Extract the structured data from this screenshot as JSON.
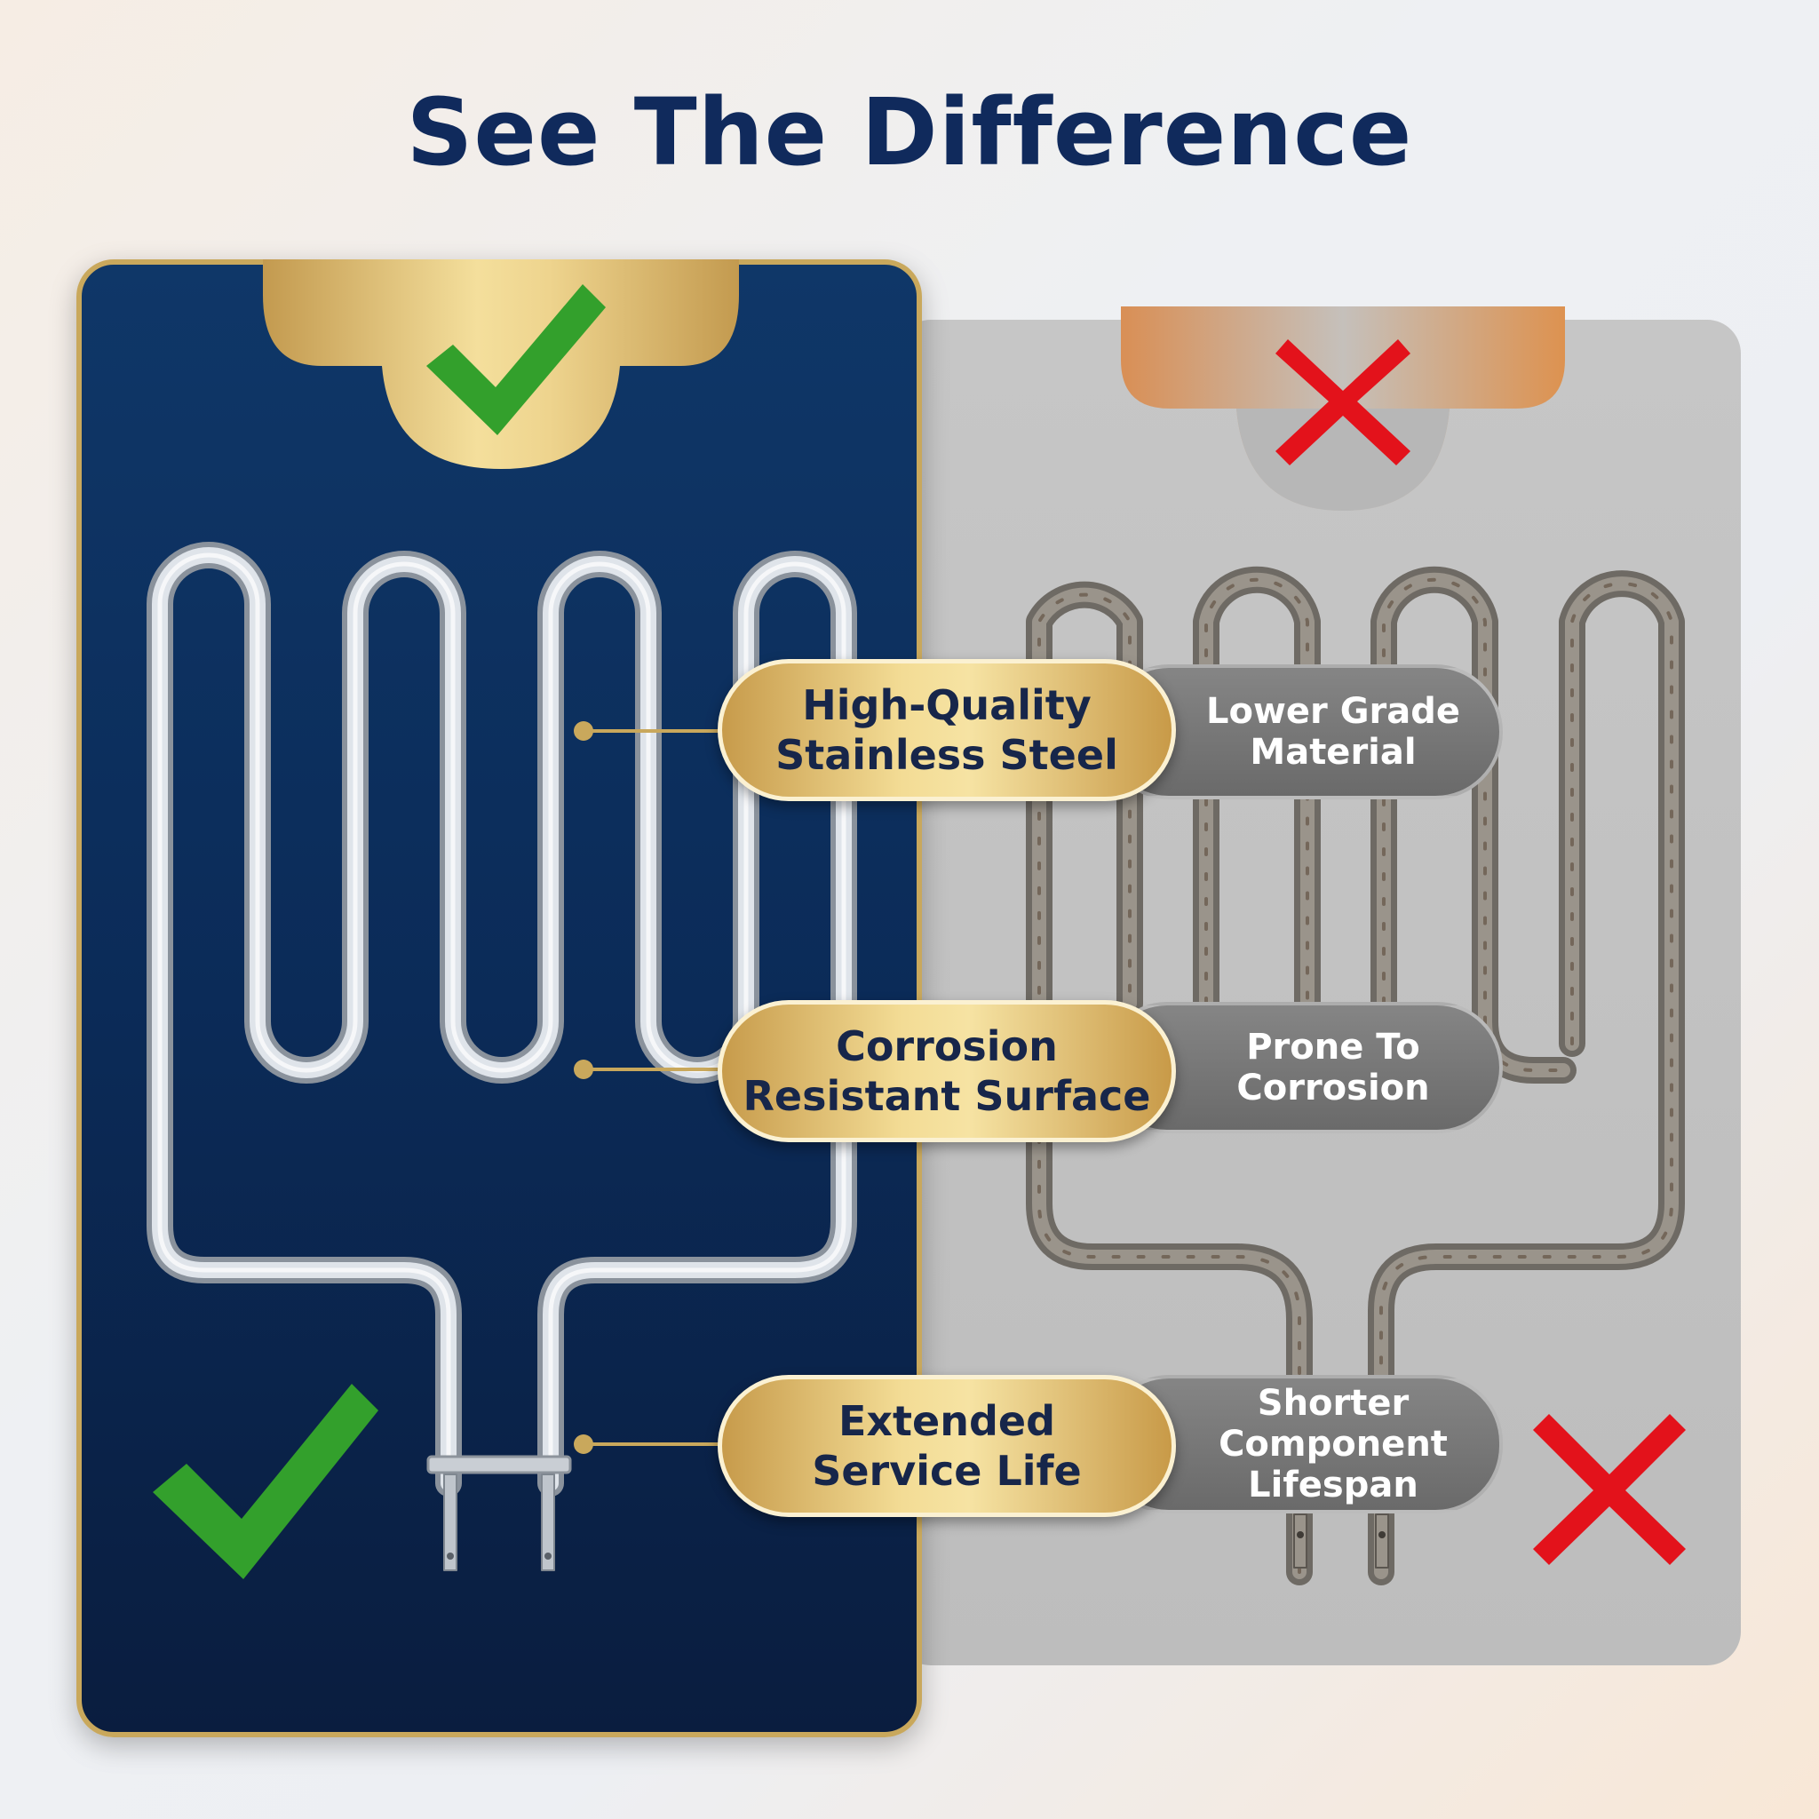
{
  "title": "See The Difference",
  "colors": {
    "navy": "#102a5c",
    "gold": "#c9a85c",
    "check_green": "#33a02c",
    "cross_red": "#e3121b"
  },
  "good": {
    "features": [
      {
        "line1": "High-Quality",
        "line2": "Stainless Steel"
      },
      {
        "line1": "Corrosion",
        "line2": "Resistant Surface"
      },
      {
        "line1": "Extended",
        "line2": "Service Life"
      }
    ],
    "icon": "check-icon"
  },
  "bad": {
    "features": [
      {
        "line1": "Lower Grade",
        "line2": "Material"
      },
      {
        "line1": "Prone To",
        "line2": "Corrosion"
      },
      {
        "line1": "Shorter",
        "line2": "Component",
        "line3": "Lifespan"
      }
    ],
    "icon": "cross-icon"
  }
}
